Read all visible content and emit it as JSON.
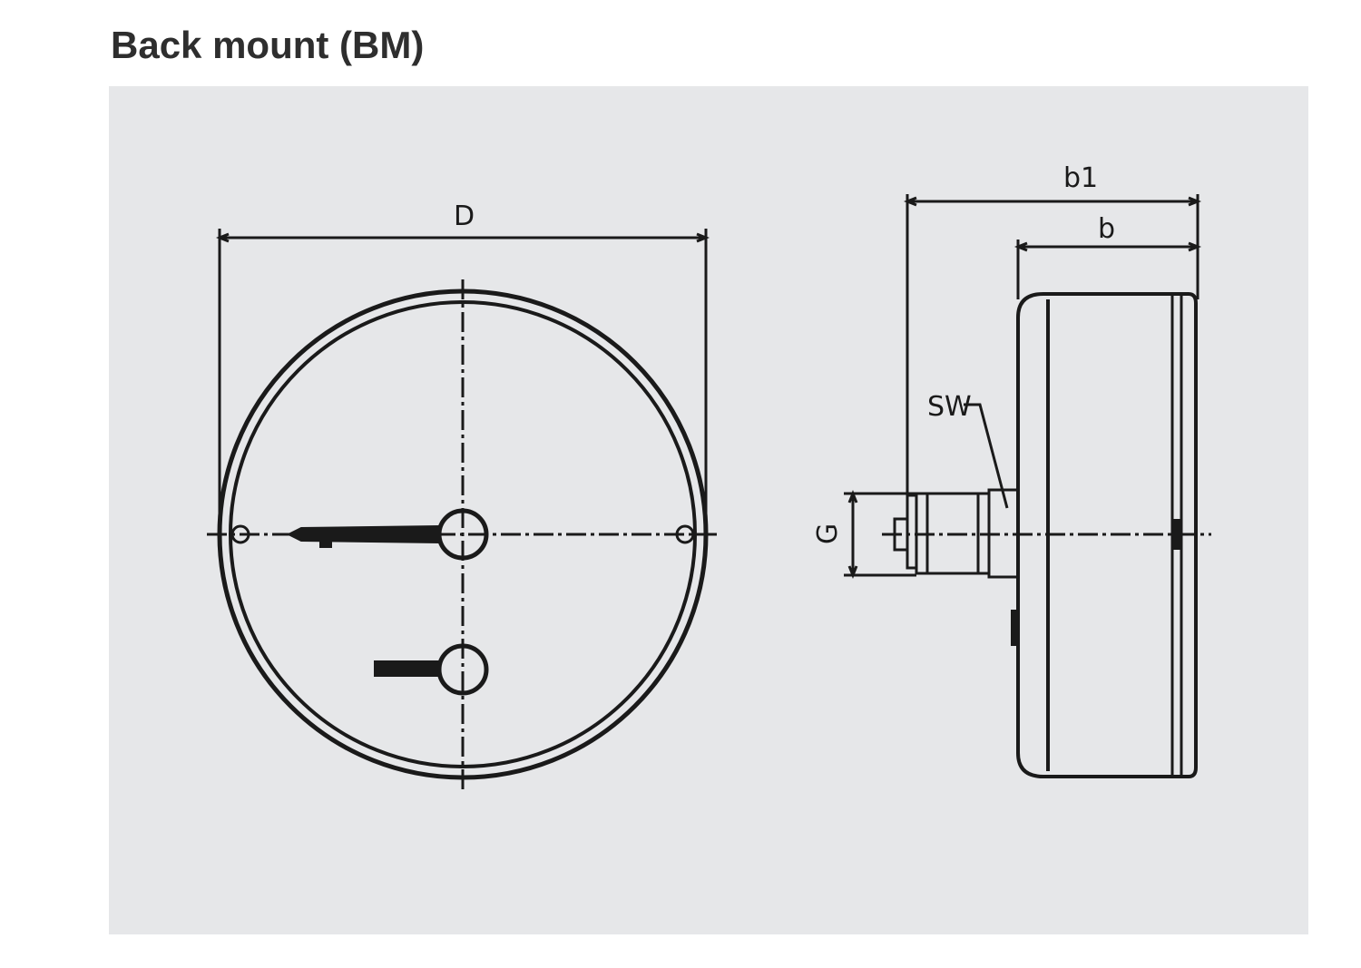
{
  "title": "Back mount (BM)",
  "labels": {
    "D": "D",
    "b1": "b1",
    "b": "b",
    "SW": "SW",
    "G": "G"
  },
  "colors": {
    "panel": "#e6e7e9",
    "line": "#1a1a1a",
    "heading": "#2e2e2e"
  }
}
